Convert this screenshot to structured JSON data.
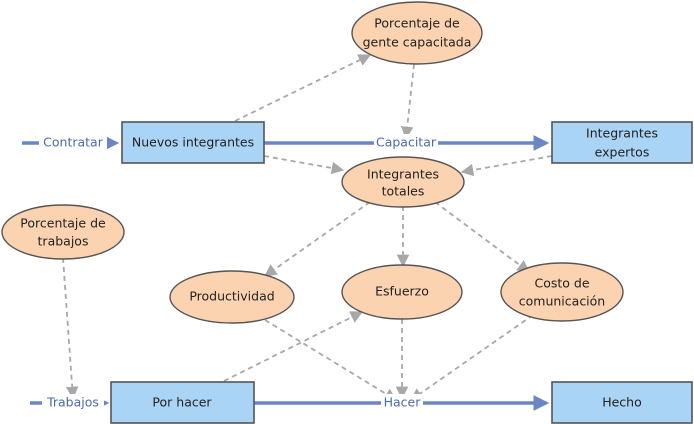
{
  "nodes": {
    "porcentaje_capacitada": {
      "lines": [
        "Porcentaje de",
        "gente capacitada"
      ]
    },
    "nuevos_integrantes": {
      "lines": [
        "Nuevos integrantes"
      ]
    },
    "integrantes_expertos": {
      "lines": [
        "Integrantes",
        "expertos"
      ]
    },
    "integrantes_totales": {
      "lines": [
        "Integrantes",
        "totales"
      ]
    },
    "porcentaje_trabajos": {
      "lines": [
        "Porcentaje de",
        "trabajos"
      ]
    },
    "productividad": {
      "lines": [
        "Productividad"
      ]
    },
    "esfuerzo": {
      "lines": [
        "Esfuerzo"
      ]
    },
    "costo_comunicacion": {
      "lines": [
        "Costo de",
        "comunicación"
      ]
    },
    "por_hacer": {
      "lines": [
        "Por hacer"
      ]
    },
    "hecho": {
      "lines": [
        "Hecho"
      ]
    }
  },
  "flows": {
    "contratar": "Contratar",
    "capacitar": "Capacitar",
    "trabajos": "Trabajos",
    "hacer": "Hacer"
  },
  "colors": {
    "stock_fill": "#aad4f5",
    "aux_fill": "#fcd3b1",
    "flow_line": "#6a86c4",
    "dependency_line": "#a8a8a8"
  }
}
